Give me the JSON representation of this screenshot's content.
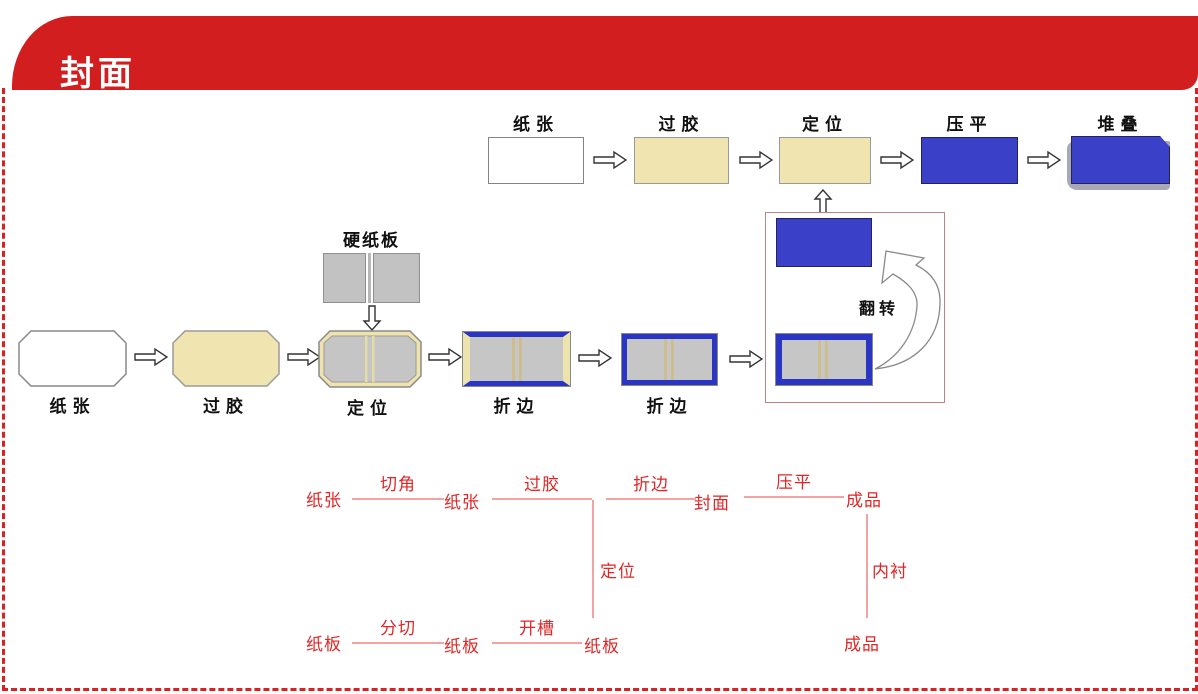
{
  "header": {
    "title": "封面"
  },
  "colors": {
    "banner_red": "#D21E1E",
    "dashed_border_red": "#D92121",
    "cream_fill": "#F0E4B0",
    "gray_panel": "#C6C6C6",
    "blue_fill": "#3A41C8",
    "blue_border": "#2B35C4",
    "flip_container_border": "#BC8489",
    "red_text": "#E02626",
    "red_line": "#F2A4A4"
  },
  "top_flow": {
    "labels": [
      "纸张",
      "过胶",
      "定位",
      "压平",
      "堆叠"
    ]
  },
  "mid_flow": {
    "hardboard_label": "硬纸板",
    "labels": [
      "纸张",
      "过胶",
      "定位",
      "折边",
      "折边"
    ],
    "flip_label": "翻转"
  },
  "bottom_flow": {
    "row1_nodes": [
      "纸张",
      "纸张",
      "封面",
      "成品"
    ],
    "row1_edges": [
      "切角",
      "过胶",
      "折边",
      "压平"
    ],
    "branch_left": "定位",
    "branch_right": "内衬",
    "row2_nodes": [
      "纸板",
      "纸板",
      "纸板",
      "成品"
    ],
    "row2_edges": [
      "分切",
      "开槽"
    ]
  }
}
